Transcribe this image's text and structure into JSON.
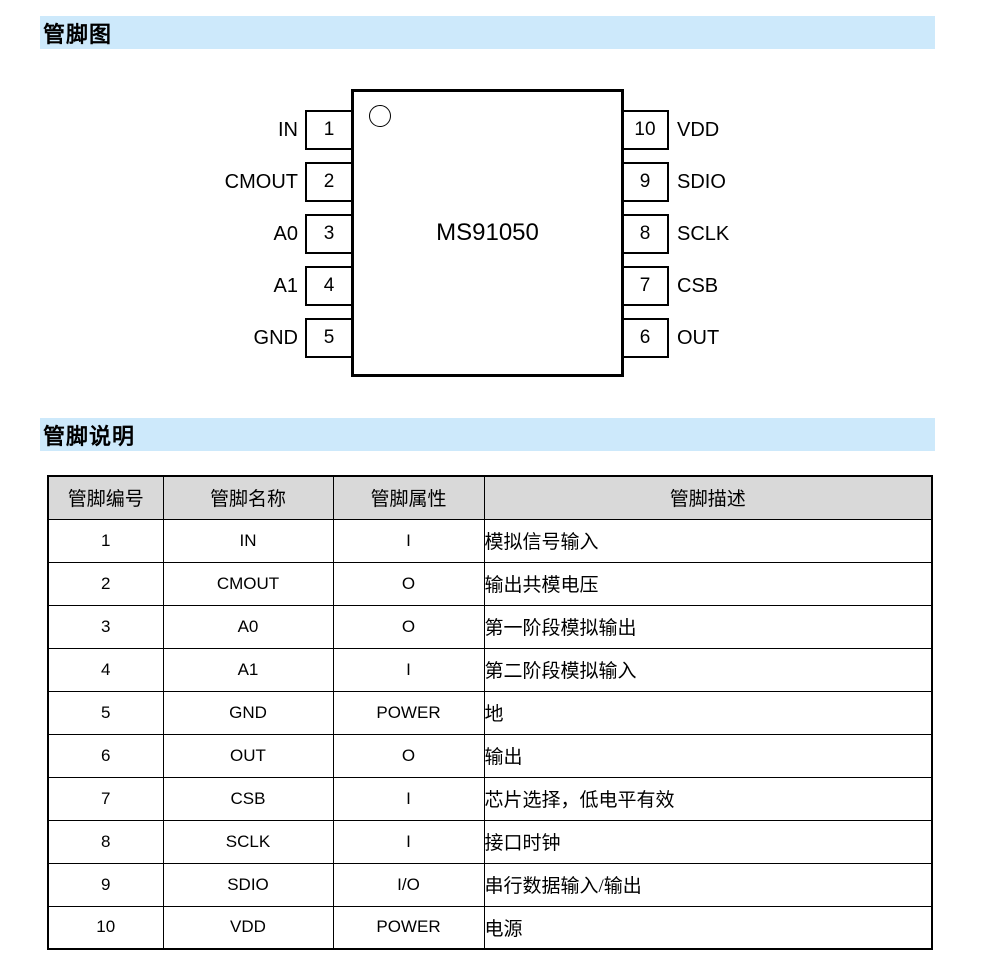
{
  "colors": {
    "section_bg": "#cde9fb",
    "table_header_bg": "#d9d9d9",
    "border": "#000000"
  },
  "sections": {
    "pin_diagram_title": "管脚图",
    "pin_description_title": "管脚说明"
  },
  "chip": {
    "name": "MS91050",
    "left_pins": [
      {
        "num": "1",
        "label": "IN"
      },
      {
        "num": "2",
        "label": "CMOUT"
      },
      {
        "num": "3",
        "label": "A0"
      },
      {
        "num": "4",
        "label": "A1"
      },
      {
        "num": "5",
        "label": "GND"
      }
    ],
    "right_pins": [
      {
        "num": "10",
        "label": "VDD"
      },
      {
        "num": "9",
        "label": "SDIO"
      },
      {
        "num": "8",
        "label": "SCLK"
      },
      {
        "num": "7",
        "label": "CSB"
      },
      {
        "num": "6",
        "label": "OUT"
      }
    ]
  },
  "table": {
    "headers": [
      "管脚编号",
      "管脚名称",
      "管脚属性",
      "管脚描述"
    ],
    "rows": [
      [
        "1",
        "IN",
        "I",
        "模拟信号输入"
      ],
      [
        "2",
        "CMOUT",
        "O",
        "输出共模电压"
      ],
      [
        "3",
        "A0",
        "O",
        "第一阶段模拟输出"
      ],
      [
        "4",
        "A1",
        "I",
        "第二阶段模拟输入"
      ],
      [
        "5",
        "GND",
        "POWER",
        "地"
      ],
      [
        "6",
        "OUT",
        "O",
        "输出"
      ],
      [
        "7",
        "CSB",
        "I",
        "芯片选择，低电平有效"
      ],
      [
        "8",
        "SCLK",
        "I",
        "接口时钟"
      ],
      [
        "9",
        "SDIO",
        "I/O",
        "串行数据输入/输出"
      ],
      [
        "10",
        "VDD",
        "POWER",
        "电源"
      ]
    ]
  }
}
